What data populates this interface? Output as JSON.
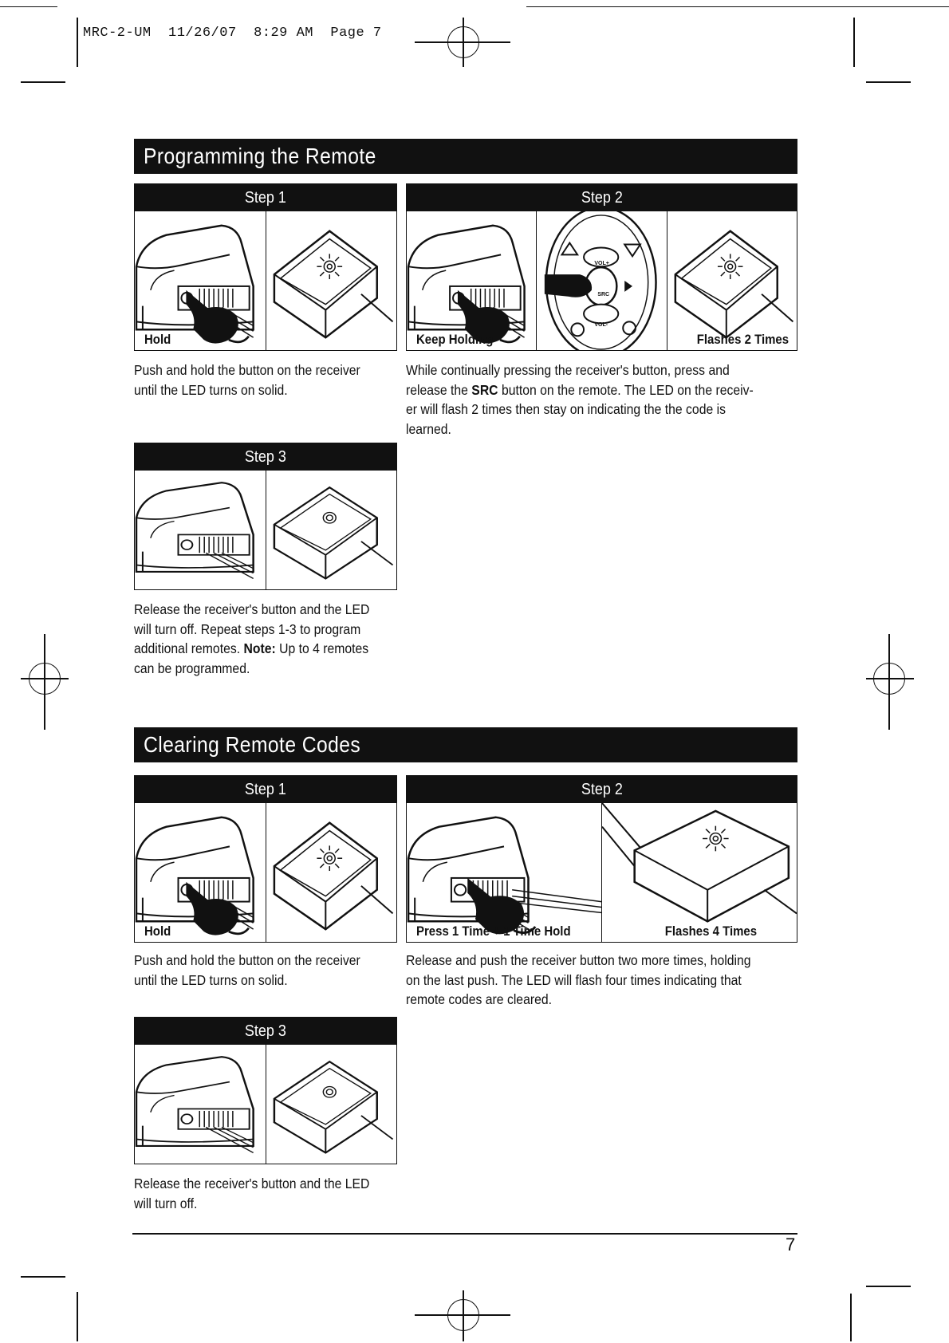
{
  "slug": {
    "doc_id": "MRC-2-UM",
    "date": "11/26/07",
    "time": "8:29 AM",
    "page_label": "Page 7"
  },
  "programming": {
    "title": "Programming the Remote",
    "step1": {
      "label": "Step 1",
      "caption": "Hold",
      "text": [
        "Push and hold the button on the receiver",
        "until the LED turns on solid."
      ]
    },
    "step2": {
      "label": "Step 2",
      "caption_left": "Keep Holding",
      "caption_right": "Flashes 2 Times",
      "remote_buttons": [
        "VOL+",
        "SRC",
        "VOL-"
      ],
      "text_lines": [
        [
          "While continually pressing the receiver's button, press and"
        ],
        [
          "release the ",
          "SRC",
          " button on the remote. The LED on the receiv-"
        ],
        [
          "er will flash 2 times then stay on indicating the the code is"
        ],
        [
          "learned."
        ]
      ]
    },
    "step3": {
      "label": "Step 3",
      "text_lines": [
        [
          "Release the receiver's button and the LED"
        ],
        [
          "will turn off. Repeat steps 1-3 to program"
        ],
        [
          "additional remotes. ",
          "Note:",
          " Up to 4 remotes"
        ],
        [
          "can be programmed."
        ]
      ]
    }
  },
  "clearing": {
    "title": "Clearing Remote Codes",
    "step1": {
      "label": "Step 1",
      "caption": "Hold",
      "text": [
        "Push and hold the button on the receiver",
        "until the LED turns on solid."
      ]
    },
    "step2": {
      "label": "Step 2",
      "caption_left": "Press 1 Time + 1 Time Hold",
      "caption_right": "Flashes 4 Times",
      "text": [
        "Release and push the receiver button two more times, holding",
        "on the last push. The LED will flash four times indicating that",
        "remote codes are cleared."
      ]
    },
    "step3": {
      "label": "Step 3",
      "text": [
        "Release the receiver's button and the LED",
        "will turn off."
      ]
    }
  },
  "page_number": "7"
}
